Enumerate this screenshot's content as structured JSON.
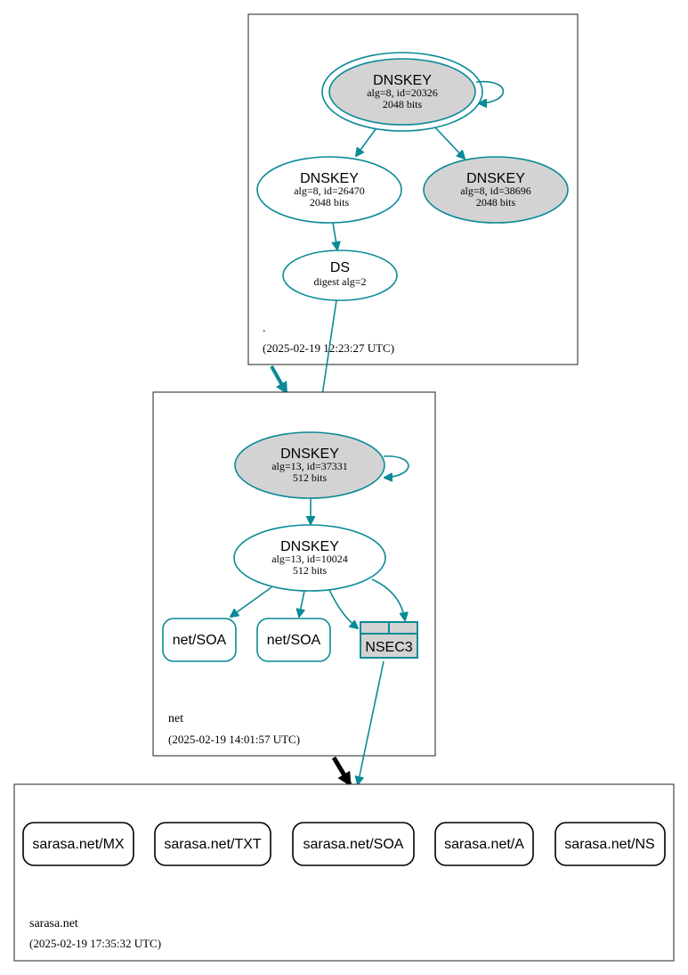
{
  "zones": {
    "root": {
      "name": ".",
      "timestamp": "(2025-02-19 12:23:27 UTC)",
      "nodes": {
        "ksk": {
          "title": "DNSKEY",
          "line1": "alg=8, id=20326",
          "line2": "2048 bits"
        },
        "zsk1": {
          "title": "DNSKEY",
          "line1": "alg=8, id=26470",
          "line2": "2048 bits"
        },
        "zsk2": {
          "title": "DNSKEY",
          "line1": "alg=8, id=38696",
          "line2": "2048 bits"
        },
        "ds": {
          "title": "DS",
          "line1": "digest alg=2"
        }
      }
    },
    "net": {
      "name": "net",
      "timestamp": "(2025-02-19 14:01:57 UTC)",
      "nodes": {
        "ksk": {
          "title": "DNSKEY",
          "line1": "alg=13, id=37331",
          "line2": "512 bits"
        },
        "zsk": {
          "title": "DNSKEY",
          "line1": "alg=13, id=10024",
          "line2": "512 bits"
        },
        "soa1": {
          "label": "net/SOA"
        },
        "soa2": {
          "label": "net/SOA"
        },
        "nsec3": {
          "label": "NSEC3"
        }
      }
    },
    "sarasa": {
      "name": "sarasa.net",
      "timestamp": "(2025-02-19 17:35:32 UTC)",
      "records": [
        "sarasa.net/MX",
        "sarasa.net/TXT",
        "sarasa.net/SOA",
        "sarasa.net/A",
        "sarasa.net/NS"
      ]
    }
  },
  "colors": {
    "edge": "#0a8a96",
    "grey_fill": "#d3d3d3",
    "delegation_arrow_root_net": "#0a8a96",
    "delegation_arrow_net_sarasa": "#000000"
  }
}
